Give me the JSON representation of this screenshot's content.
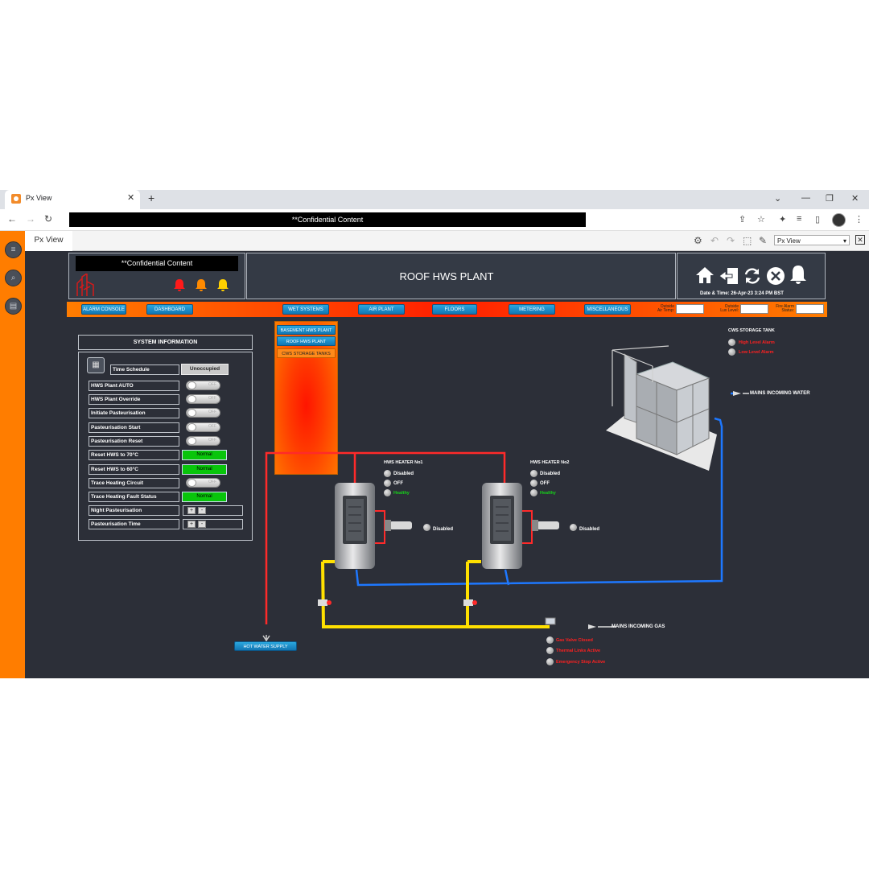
{
  "browser": {
    "tab_title": "Px View",
    "address": "**Confidential Content"
  },
  "app": {
    "tab_label": "Px View",
    "view_select": "Px View"
  },
  "header": {
    "confidential": "**Confidential Content",
    "title": "ROOF HWS PLANT",
    "datetime": "Date & Time:   26-Apr-23 3:24 PM BST",
    "alarm_colors": [
      "#ff1a1a",
      "#ff8a00",
      "#ffd000"
    ]
  },
  "nav": {
    "buttons": [
      "ALARM CONSOLE",
      "DASHBOARD",
      "WET SYSTEMS",
      "AIR PLANT",
      "FLOORS",
      "METERING",
      "MISCELLANEOUS"
    ],
    "outside_air_temp": "Outside\nAir Temp:",
    "outside_lux": "Outside\nLux Level:",
    "fire_alarm": "Fire Alarm\nStatus:"
  },
  "dropdown": {
    "items": [
      "BASEMENT HWS PLANT",
      "ROOF HWS PLANT",
      "CWS STORAGE TANKS"
    ]
  },
  "system_info": {
    "title": "SYSTEM INFORMATION",
    "time_schedule": "Time Schedule",
    "schedule_value": "Unoccupied",
    "toggle_off": "OFF",
    "rows": [
      {
        "label": "HWS Plant AUTO",
        "type": "toggle"
      },
      {
        "label": "HWS Plant Override",
        "type": "toggle"
      },
      {
        "label": "Initiate Pasteurisation",
        "type": "toggle"
      },
      {
        "label": "Pasteurisation Start",
        "type": "toggle"
      },
      {
        "label": "Pasteurisation Reset",
        "type": "toggle"
      },
      {
        "label": "Reset HWS to 70°C",
        "type": "status",
        "value": "Normal"
      },
      {
        "label": "Reset HWS to 60°C",
        "type": "status",
        "value": "Normal"
      },
      {
        "label": "Trace Heating Circuit",
        "type": "toggle"
      },
      {
        "label": "Trace Heating Fault Status",
        "type": "status",
        "value": "Normal"
      },
      {
        "label": "Night Pasteurisation",
        "type": "stepper"
      },
      {
        "label": "Pasteurisation Time",
        "type": "stepper"
      }
    ]
  },
  "plant": {
    "cws_tank": {
      "title": "CWS STORAGE TANK",
      "alarms": [
        "High Level Alarm",
        "Low Level Alarm"
      ]
    },
    "mains_water": "MAINS INCOMING WATER",
    "mains_gas": "MAINS INCOMING GAS",
    "heater1": {
      "title": "HWS HEATER No1",
      "states": [
        "Disabled",
        "OFF",
        "Healthy"
      ],
      "pump": "Disabled"
    },
    "heater2": {
      "title": "HWS HEATER No2",
      "states": [
        "Disabled",
        "OFF",
        "Healthy"
      ],
      "pump": "Disabled"
    },
    "gas_alarms": [
      "Gas Valve Closed",
      "Thermal Links Active",
      "Emergency Stop Active"
    ],
    "hot_water_supply": "HOT WATER SUPPLY"
  },
  "colors": {
    "hot_pipe": "#ff2a2a",
    "cold_pipe": "#1e78ff",
    "gas_pipe": "#ffe000",
    "accent_orange": "#ff7d00"
  }
}
